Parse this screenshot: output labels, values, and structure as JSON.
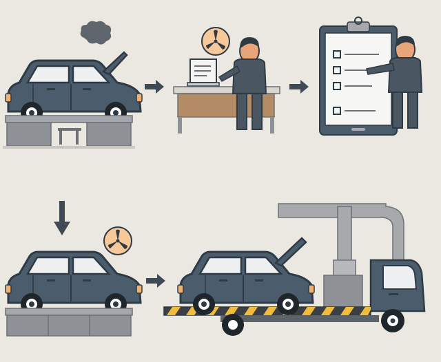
{
  "diagram": {
    "steps": [
      {
        "id": "car-breakdown",
        "icon": "smoking-engine-car-icon"
      },
      {
        "id": "diagnosis",
        "icon": "fan-diagnostic-icon"
      },
      {
        "id": "repair-checklist",
        "icon": "clipboard-checklist-icon"
      },
      {
        "id": "repaired-car",
        "icon": "fan-badge-icon"
      },
      {
        "id": "tow-truck-transport",
        "icon": "flatbed-tow-truck-icon"
      }
    ],
    "arrows": [
      "right-arrow",
      "right-arrow",
      "down-arrow",
      "right-arrow"
    ]
  },
  "colors": {
    "background": "#ebe8e2",
    "car_body": "#4b5d6c",
    "car_outline": "#2e3a44",
    "window": "#eef0f2",
    "platform": "#8e9196",
    "desk_top": "#b38b65",
    "person_suit": "#4a5662",
    "skin": "#e8a57a",
    "accent_orange": "#f2b06f",
    "hazard_yellow": "#f0bc3c",
    "pipe": "#a7a9ac"
  }
}
